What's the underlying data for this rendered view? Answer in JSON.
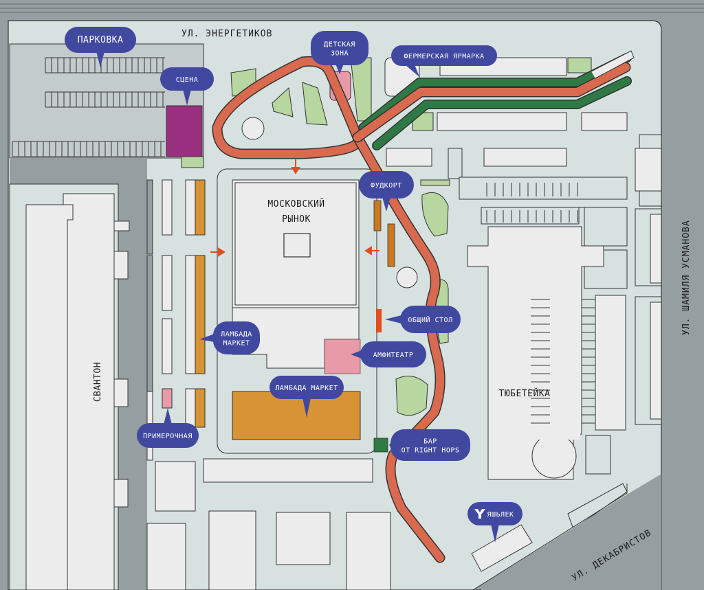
{
  "map": {
    "colors": {
      "background": "#959ea0",
      "ground": "#d6e1e0",
      "building": "#ececec",
      "outline": "#333333",
      "path": "#d96a4f",
      "farm_path": "#3e7c4c",
      "greenery": "#b7d6a0",
      "stage": "#9a2f7f",
      "market": "#d89335",
      "pink": "#e89aa8",
      "bar": "#2f7a44",
      "label_bg": "#4148a0",
      "arrow": "#e04d1e"
    },
    "streets": {
      "energetikov": "УЛ. ЭНЕРГЕТИКОВ",
      "usmanova": "УЛ. ШАМИЛЯ УСМАНОВА",
      "dekabristov": "УЛ. ДЕКАБРИСТОВ"
    },
    "buildings": {
      "moscow_market_line1": "МОСКОВСКИЙ",
      "moscow_market_line2": "РЫНОК",
      "svanton": "СВАНТОН",
      "tyubeteyka": "ТЮБЕТЕЙКА"
    },
    "labels": {
      "parking": "ПАРКОВКА",
      "stage": "СЦЕНА",
      "kids_line1": "ДЕТСКАЯ",
      "kids_line2": "ЗОНА",
      "farmers_fair": "ФЕРМЕРСКАЯ ЯРМАРКА",
      "food_court": "ФУДКОРТ",
      "common_table": "ОБЩИЙ СТОЛ",
      "amphitheatre": "АМФИТЕАТР",
      "lambada_small_line1": "ЛАМБАДА",
      "lambada_small_line2": "МАРКЕТ",
      "lambada_big": "ЛАМБАДА МАРКЕТ",
      "fitting_room": "ПРИМЕРОЧНАЯ",
      "bar_line1": "БАР",
      "bar_line2": "OT RIGHT HOPS",
      "yashlek": "ЯШЬЛЕК"
    }
  }
}
